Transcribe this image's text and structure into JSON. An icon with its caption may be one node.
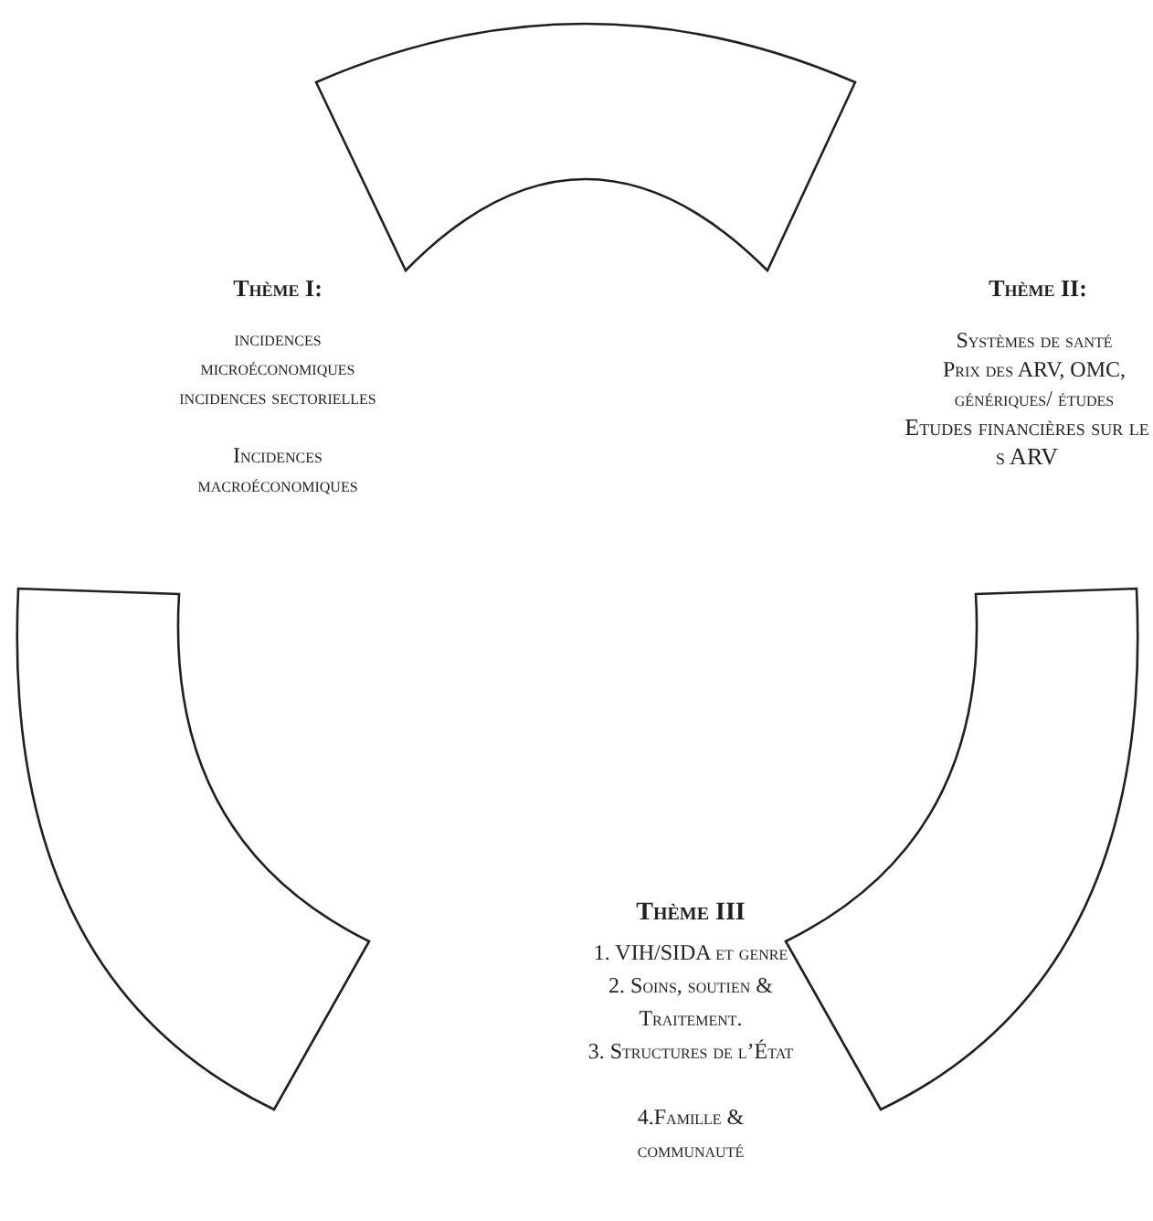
{
  "diagram": {
    "nodes": [
      {
        "text": [],
        "shape": "arc"
      },
      {
        "text": [],
        "shape": "arc"
      },
      {
        "text": [],
        "shape": "arc"
      }
    ],
    "labels": [
      "Thème I:",
      "incidences microéconomiques",
      "incidences sectorielles",
      "Incidences macroéconomiques",
      "Thème II:",
      "Systèmes de santé",
      "Prix des ARV, OMC, génériques/ études",
      "Etudes financières sur le s ARV",
      "Thème III",
      "1. VIH/SIDA et genre",
      "2. Soins, soutien & Traitement.",
      "3. Structures de l’État",
      "4.Famille & communauté"
    ]
  }
}
